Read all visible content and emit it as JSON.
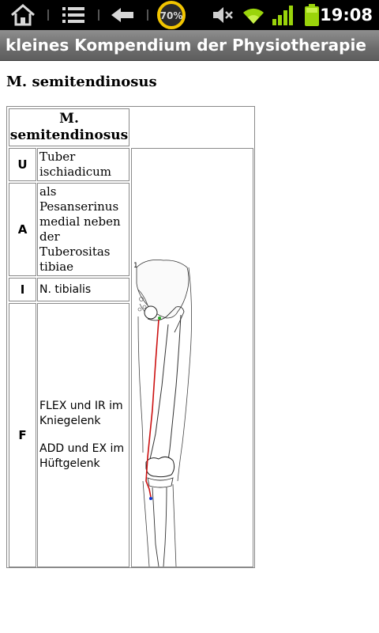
{
  "status_bar": {
    "battery_percent": "70%",
    "time": "19:08",
    "icons": [
      "home-icon",
      "menu-icon",
      "back-icon",
      "battery-percent-icon",
      "mute-icon",
      "wifi-icon",
      "signal-icon",
      "battery-icon"
    ],
    "accent_wifi": "#9ad40b",
    "accent_battery": "#f2c500"
  },
  "title_bar": {
    "title": "kleines Kompendium der Physiotherapie"
  },
  "page": {
    "heading": "M. semitendinosus",
    "table": {
      "header": "M. semitendinosus",
      "rows": [
        {
          "label": "U",
          "value": "Tuber ischiadicum"
        },
        {
          "label": "A",
          "value": "als Pesanserinus medial neben der Tuberositas tibiae"
        },
        {
          "label": "I",
          "value": "N. tibialis"
        },
        {
          "label": "F",
          "value_lines": [
            "FLEX und IR im Kniegelenk",
            "ADD und EX im Hüftgelenk"
          ]
        }
      ],
      "image_description_icon": "leg-anatomy-illustration",
      "image_label": "1"
    }
  }
}
